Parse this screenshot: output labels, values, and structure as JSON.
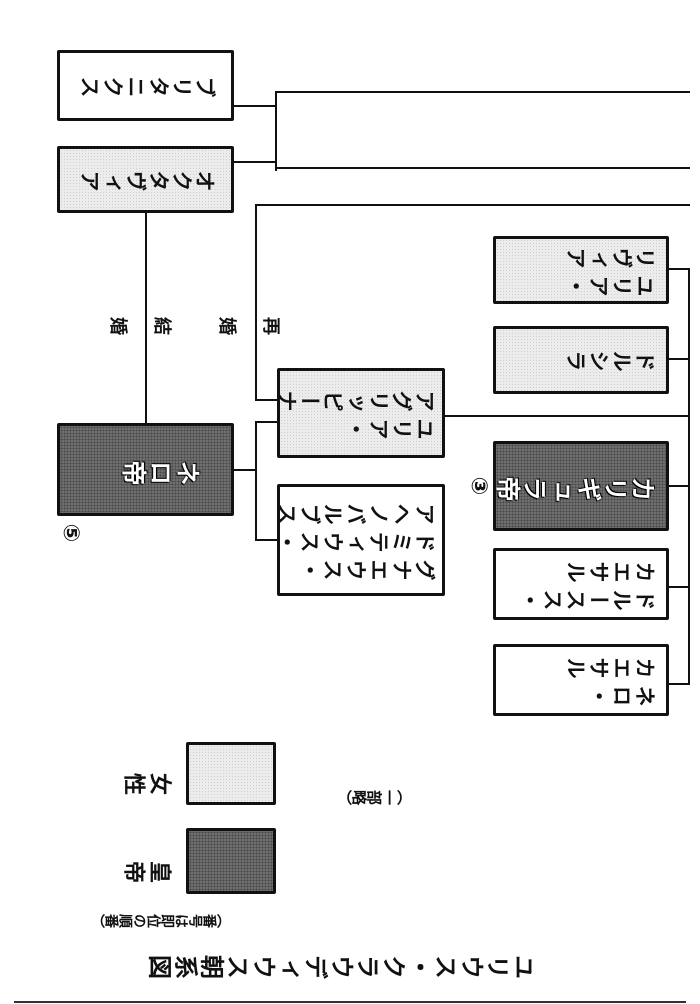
{
  "title": "ユリウス・クラウディウス朝系図",
  "subtitle": "（一部略）",
  "legend": {
    "female_label": "女性",
    "emperor_label": "皇帝",
    "note": "（番号は即位の順番）"
  },
  "relations": {
    "marriage": "結婚",
    "remarriage": "再婚"
  },
  "persons": {
    "britannicus": {
      "name": "ブリタニクス",
      "type": "male"
    },
    "octavia": {
      "name": "オクタヴィア",
      "type": "female"
    },
    "nero": {
      "name": "ネロ帝",
      "type": "emperor",
      "order": "⑤"
    },
    "agrippina": {
      "name": "ユリア・\nアグリッピーナ",
      "type": "female"
    },
    "domitius": {
      "name": "グナエウス・\nドミティウス・\nアヘノバルブス",
      "type": "male"
    },
    "julia_livilla": {
      "name": "ユリア・\nリヴィア",
      "type": "female"
    },
    "drusilla": {
      "name": "ドルシラ",
      "type": "female"
    },
    "caligula": {
      "name": "カリギュラ帝",
      "type": "emperor",
      "order": "③"
    },
    "drusus_caesar": {
      "name": "ドルースス・\nカエサル",
      "type": "male"
    },
    "nero_caesar": {
      "name": "ネロ・\nカエサル",
      "type": "male"
    }
  }
}
